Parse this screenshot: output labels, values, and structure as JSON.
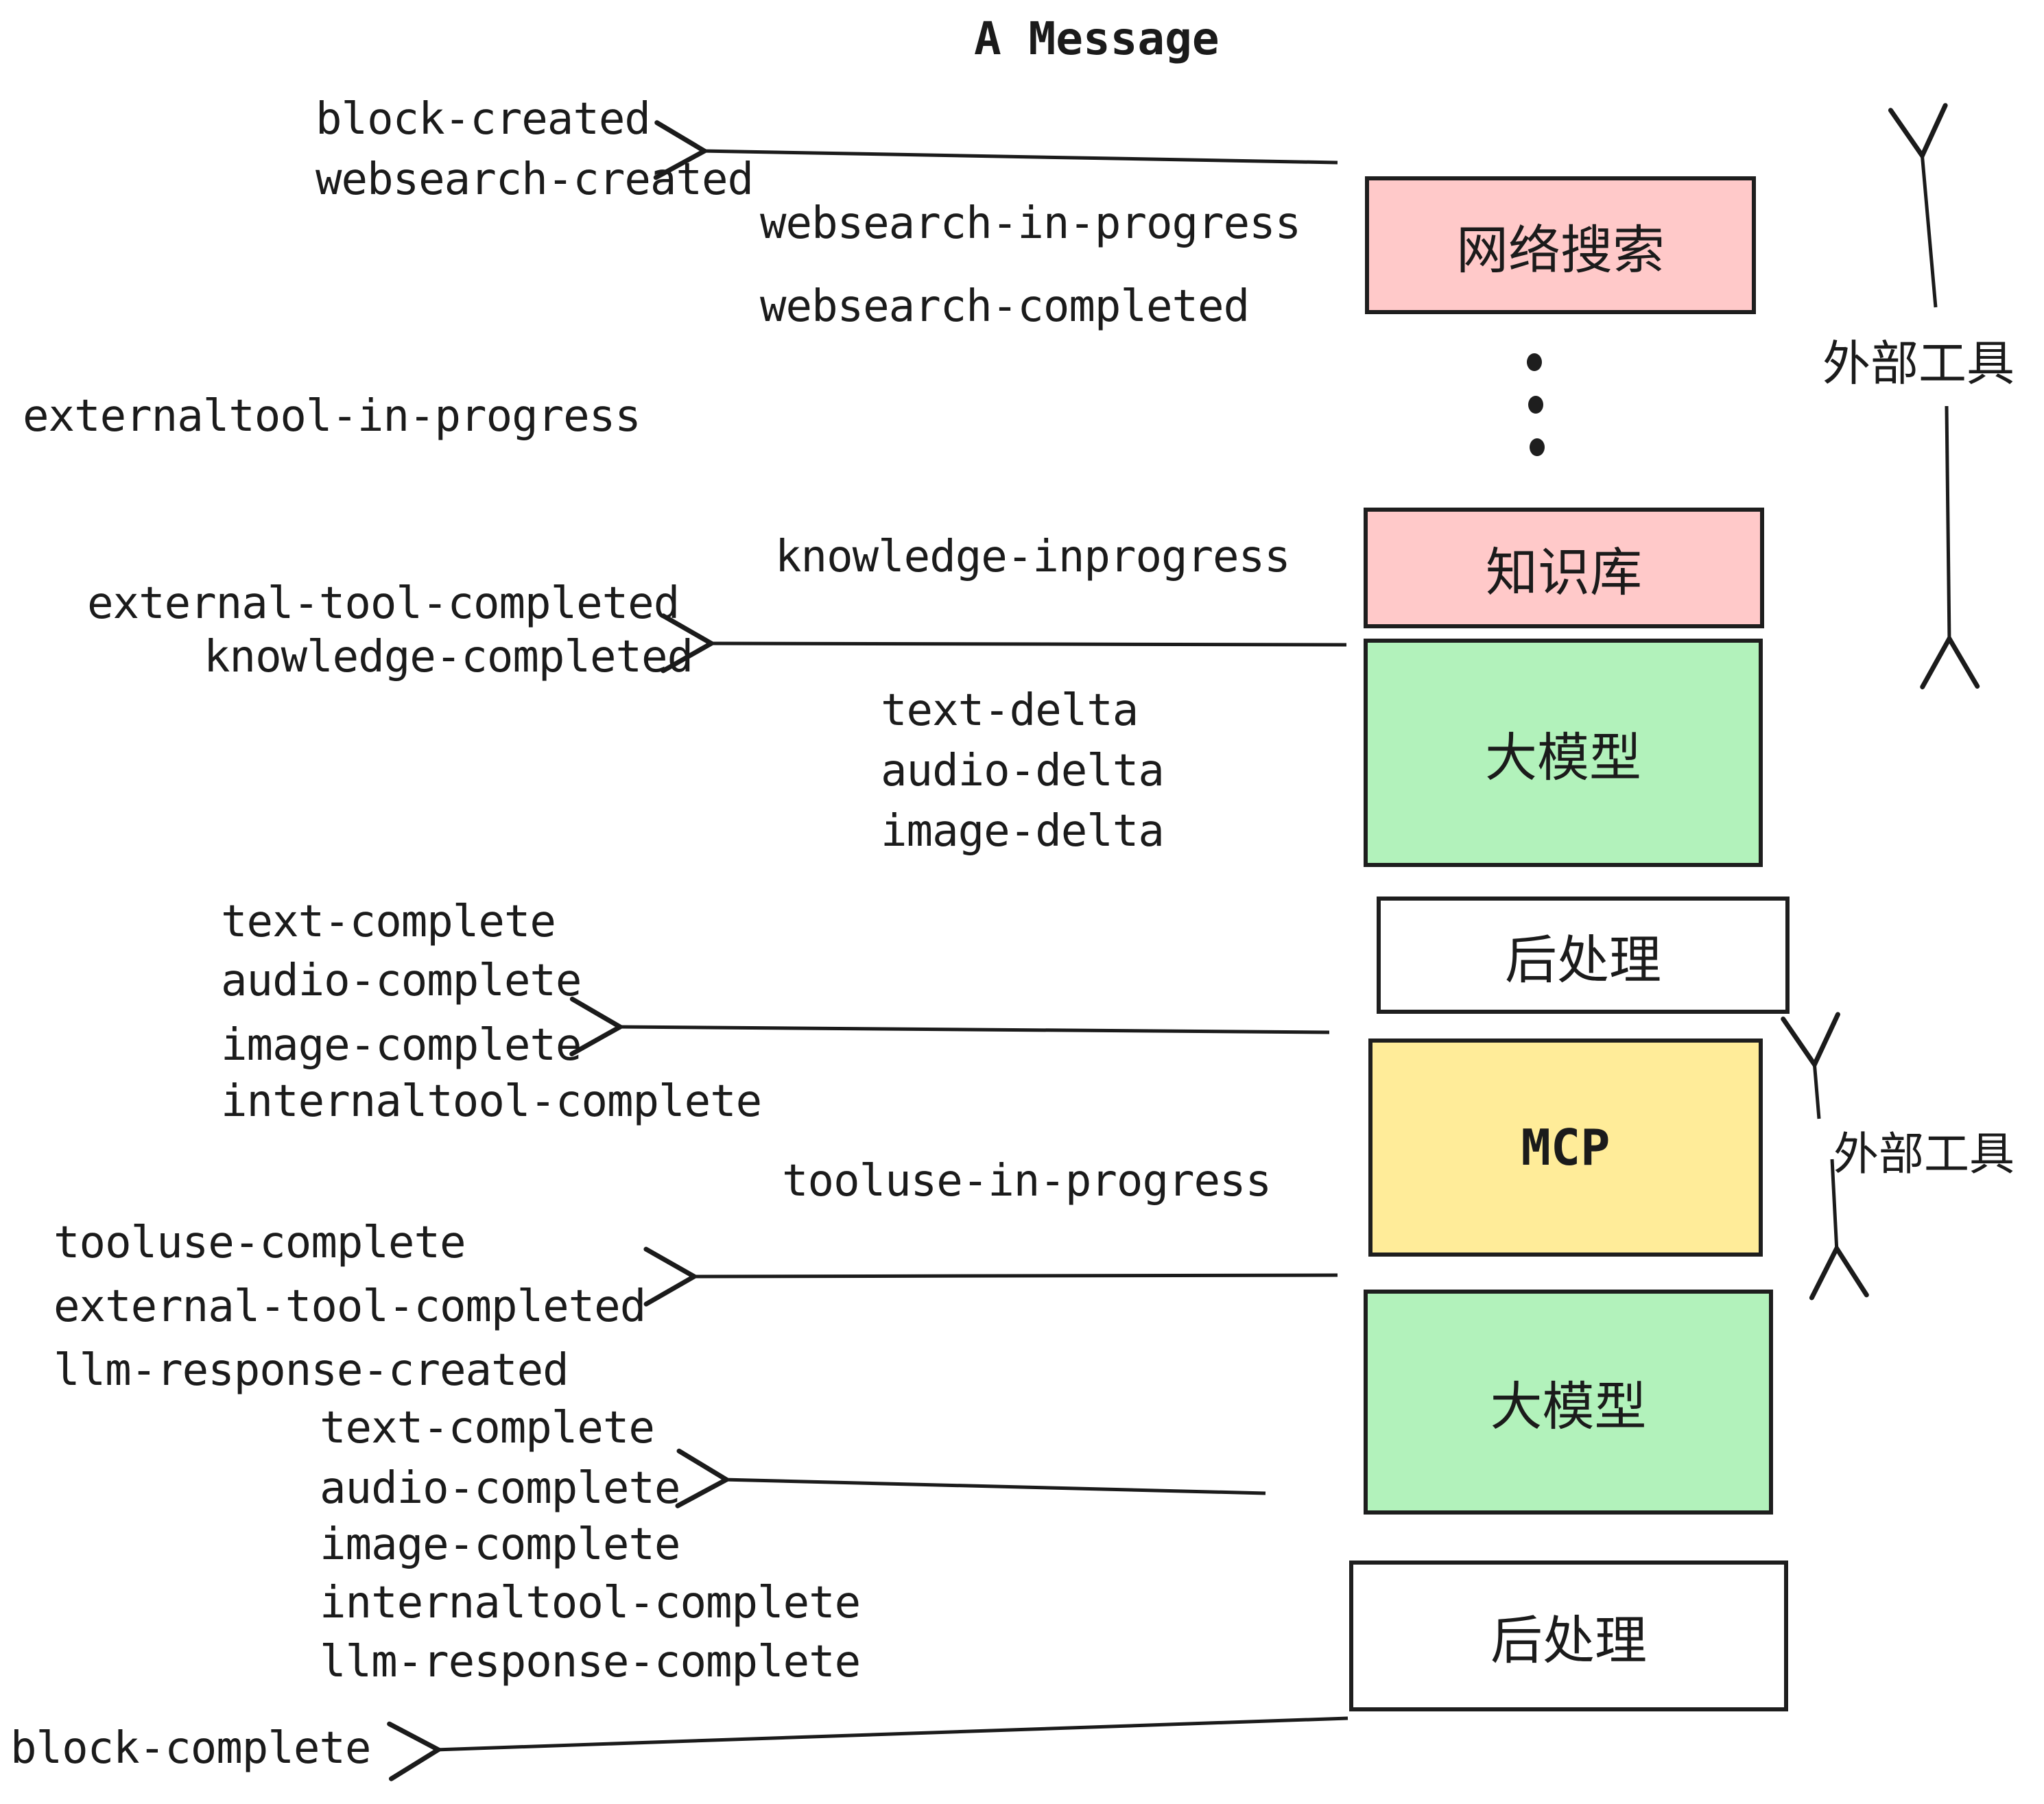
{
  "title": "A Message",
  "palette": {
    "box_pink": "#ffc9c9",
    "box_green": "#b2f2bb",
    "box_yellow": "#ffec99",
    "box_white": "#ffffff",
    "ink": "#1b1b1b",
    "border": "#1e1e1e"
  },
  "boxes": [
    {
      "label": "网络搜索",
      "color": "#ffc9c9"
    },
    {
      "label": "知识库",
      "color": "#ffc9c9"
    },
    {
      "label": "大模型",
      "color": "#b2f2bb"
    },
    {
      "label": "后处理",
      "color": "#ffffff"
    },
    {
      "label": "MCP",
      "color": "#ffec99"
    },
    {
      "label": "大模型",
      "color": "#b2f2bb"
    },
    {
      "label": "后处理",
      "color": "#ffffff"
    }
  ],
  "side_labels": [
    {
      "text": "外部工具"
    },
    {
      "text": "外部工具"
    }
  ],
  "continuation_dots": 3,
  "events": [
    {
      "text": "block-created"
    },
    {
      "text": "websearch-created"
    },
    {
      "text": "websearch-in-progress"
    },
    {
      "text": "websearch-completed"
    },
    {
      "text": "externaltool-in-progress"
    },
    {
      "text": "knowledge-inprogress"
    },
    {
      "text": "external-tool-completed"
    },
    {
      "text": "knowledge-completed"
    },
    {
      "text": "text-delta"
    },
    {
      "text": "audio-delta"
    },
    {
      "text": "image-delta"
    },
    {
      "text": "text-complete"
    },
    {
      "text": "audio-complete"
    },
    {
      "text": "image-complete"
    },
    {
      "text": "internaltool-complete"
    },
    {
      "text": "tooluse-in-progress"
    },
    {
      "text": "tooluse-complete"
    },
    {
      "text": "external-tool-completed"
    },
    {
      "text": "llm-response-created"
    },
    {
      "text": "text-complete"
    },
    {
      "text": "audio-complete"
    },
    {
      "text": "image-complete"
    },
    {
      "text": "internaltool-complete"
    },
    {
      "text": "llm-response-complete"
    },
    {
      "text": "block-complete"
    }
  ]
}
